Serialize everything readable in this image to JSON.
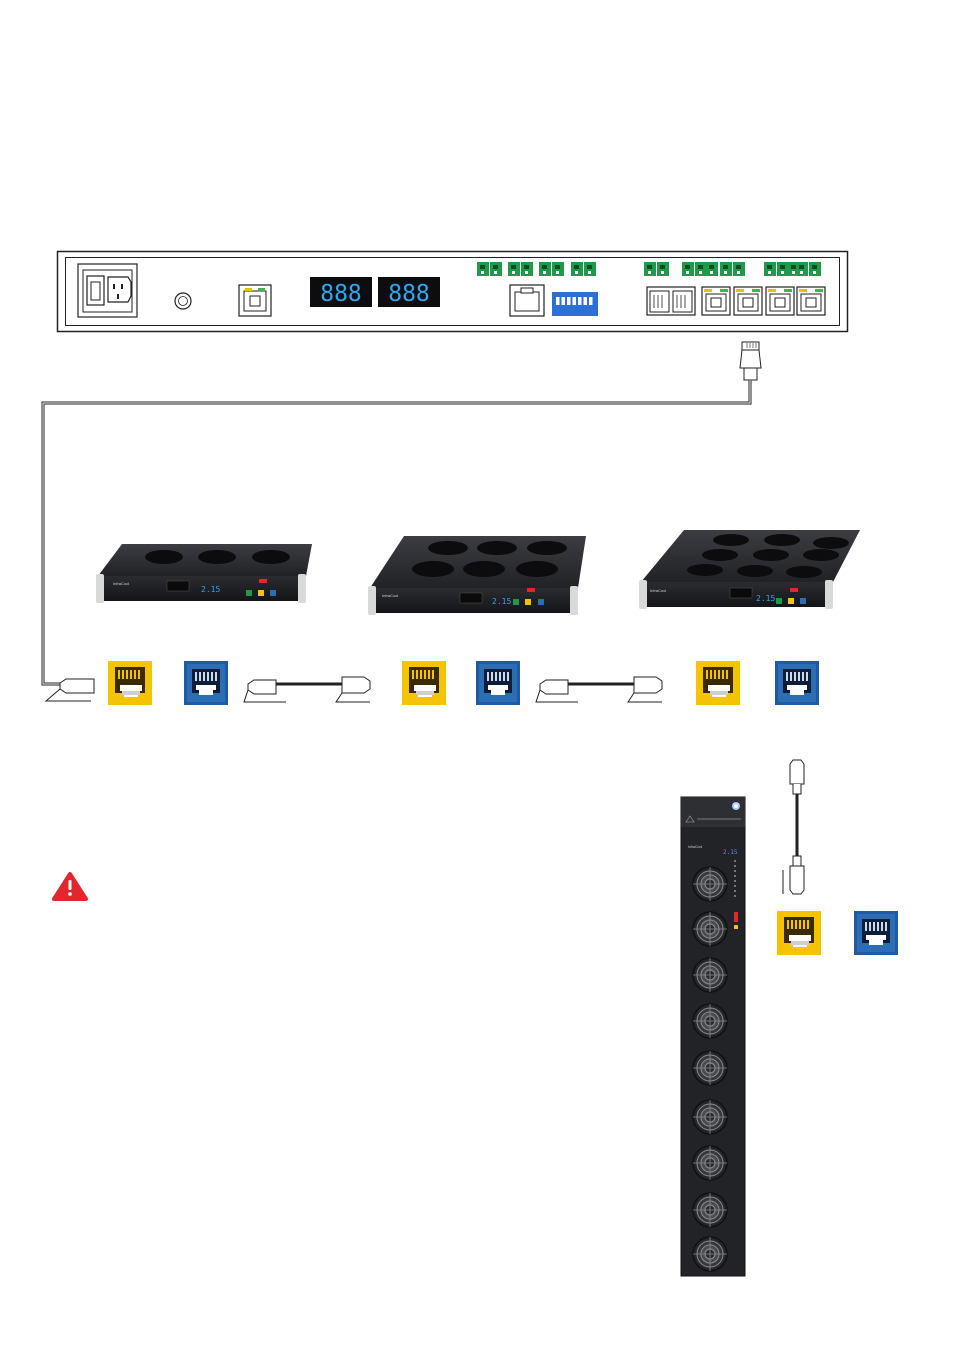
{
  "controller": {
    "display_left": "888",
    "display_right": "888",
    "display_color": "#2aa8f2",
    "terminal_color": "#1f9a4a",
    "dip_color": "#2e6fd6"
  },
  "fan_units": [
    {
      "brand": "InfraCool",
      "temp": "2.15",
      "fans": 3
    },
    {
      "brand": "InfraCool",
      "temp": "2.15",
      "fans": 6
    },
    {
      "brand": "InfraCool",
      "temp": "2.15",
      "fans": 9
    }
  ],
  "tower_unit": {
    "brand": "InfraCool",
    "temp": "2.15",
    "fans": 9
  },
  "colors": {
    "port_yellow": "#f5c400",
    "port_blue": "#2d6db4",
    "warning_red": "#e2262b",
    "chassis": "#26282c"
  },
  "icons": [
    "power-inlet-icon",
    "rj45-jack-icon",
    "rj45-plug-icon",
    "warning-icon",
    "fan-icon"
  ]
}
